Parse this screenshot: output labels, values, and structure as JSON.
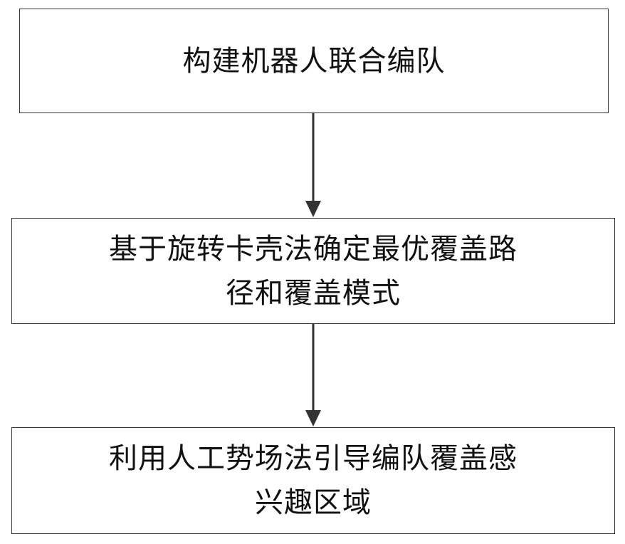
{
  "flowchart": {
    "steps": [
      {
        "label": "构建机器人联合编队"
      },
      {
        "label": "基于旋转卡壳法确定最优覆盖路\n径和覆盖模式"
      },
      {
        "label": "利用人工势场法引导编队覆盖感\n兴趣区域"
      }
    ],
    "colors": {
      "border": "#333333",
      "arrow": "#333333",
      "text": "#111111",
      "background": "#ffffff"
    }
  }
}
